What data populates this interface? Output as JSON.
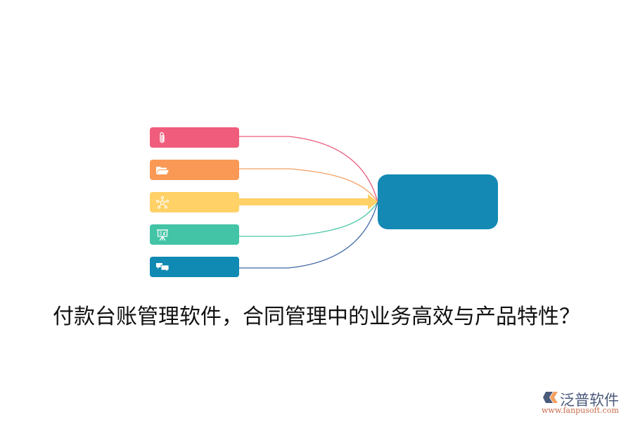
{
  "diagram": {
    "title": "付款台账管理软件，合同管理中的业务高效与产品特性？",
    "nodes": [
      {
        "id": "paperclip",
        "icon": "paperclip-icon",
        "color": "#f05d7c",
        "label": ""
      },
      {
        "id": "folder",
        "icon": "folder-open-icon",
        "color": "#f99955",
        "label": ""
      },
      {
        "id": "network",
        "icon": "network-hub-icon",
        "color": "#ffd166",
        "label": ""
      },
      {
        "id": "presentation",
        "icon": "presentation-board-icon",
        "color": "#43c4a6",
        "label": ""
      },
      {
        "id": "chat",
        "icon": "chat-bubbles-icon",
        "color": "#1089b3",
        "label": ""
      }
    ],
    "center_node": {
      "color": "#1389b3",
      "label": ""
    },
    "link_colors": [
      "#ea5a7c",
      "#f4a062",
      "#ffd166",
      "#4cc7a7",
      "#3c66a5"
    ]
  },
  "watermark": {
    "brand": "泛普软件",
    "url": "www.fanpusoft.com"
  }
}
